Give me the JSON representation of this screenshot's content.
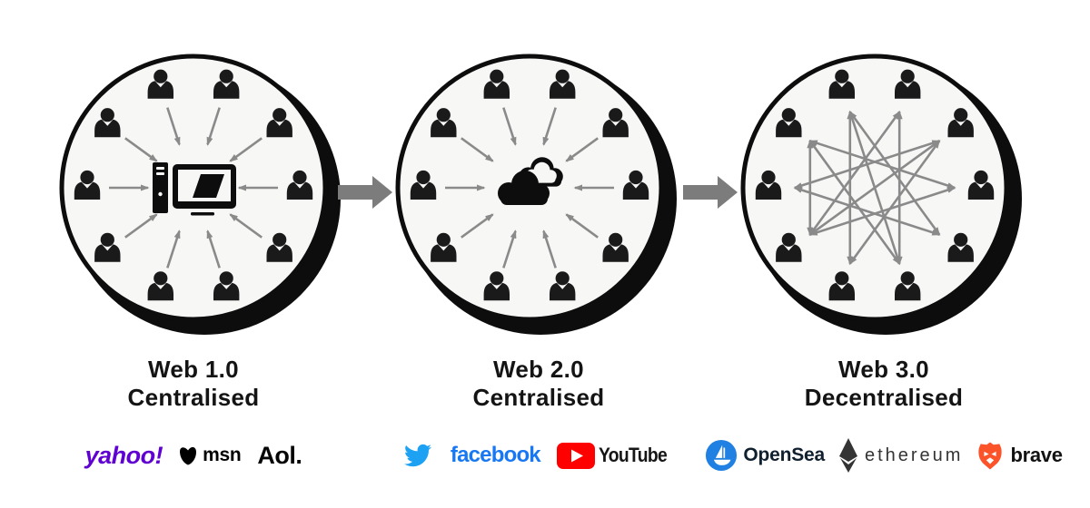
{
  "groups": [
    {
      "title": "Web 1.0",
      "subtitle": "Centralised",
      "topology": "centralised",
      "hub_icon": "desktop-computer-icon",
      "people_count": 10,
      "logos": [
        {
          "name": "yahoo",
          "text": "yahoo!",
          "color": "#5f01d1"
        },
        {
          "name": "msn",
          "icon": "msn-butterfly-icon",
          "text": "msn",
          "color": "#000000"
        },
        {
          "name": "aol",
          "text": "Aol.",
          "color": "#050505"
        }
      ]
    },
    {
      "title": "Web 2.0",
      "subtitle": "Centralised",
      "topology": "centralised",
      "hub_icon": "cloud-icon",
      "people_count": 10,
      "logos": [
        {
          "name": "twitter",
          "icon": "twitter-bird-icon",
          "color": "#1da1f2"
        },
        {
          "name": "facebook",
          "text": "facebook",
          "color": "#1877f2"
        },
        {
          "name": "youtube",
          "icon": "youtube-play-icon",
          "text": "YouTube",
          "color": "#ff0000",
          "text_color": "#161616"
        }
      ]
    },
    {
      "title": "Web 3.0",
      "subtitle": "Decentralised",
      "topology": "mesh",
      "people_count": 10,
      "connections": [
        [
          0,
          4
        ],
        [
          1,
          5
        ],
        [
          2,
          6
        ],
        [
          3,
          7
        ],
        [
          4,
          8
        ],
        [
          5,
          9
        ],
        [
          6,
          0
        ],
        [
          7,
          1
        ],
        [
          8,
          2
        ],
        [
          9,
          3
        ],
        [
          2,
          7
        ],
        [
          9,
          4
        ],
        [
          4,
          6
        ]
      ],
      "logos": [
        {
          "name": "opensea",
          "icon": "opensea-ship-icon",
          "text": "OpenSea",
          "color": "#2081e2",
          "text_color": "#10202f"
        },
        {
          "name": "ethereum",
          "icon": "ethereum-diamond-icon",
          "text": "ethereum",
          "color": "#343434",
          "text_color": "#343434"
        },
        {
          "name": "brave",
          "icon": "brave-lion-icon",
          "text": "brave",
          "color": "#fb542b",
          "text_color": "#121212"
        }
      ]
    }
  ],
  "colors": {
    "background": "#ffffff",
    "ink": "#0d0d0d",
    "circle_fill": "#f7f7f6",
    "person": "#1a1a1a",
    "spoke_arrow": "#8a8a8a",
    "flow_arrow": "#7c7c7c"
  },
  "people_angles_deg": [
    0,
    36,
    72,
    108,
    144,
    180,
    216,
    252,
    288,
    324
  ]
}
